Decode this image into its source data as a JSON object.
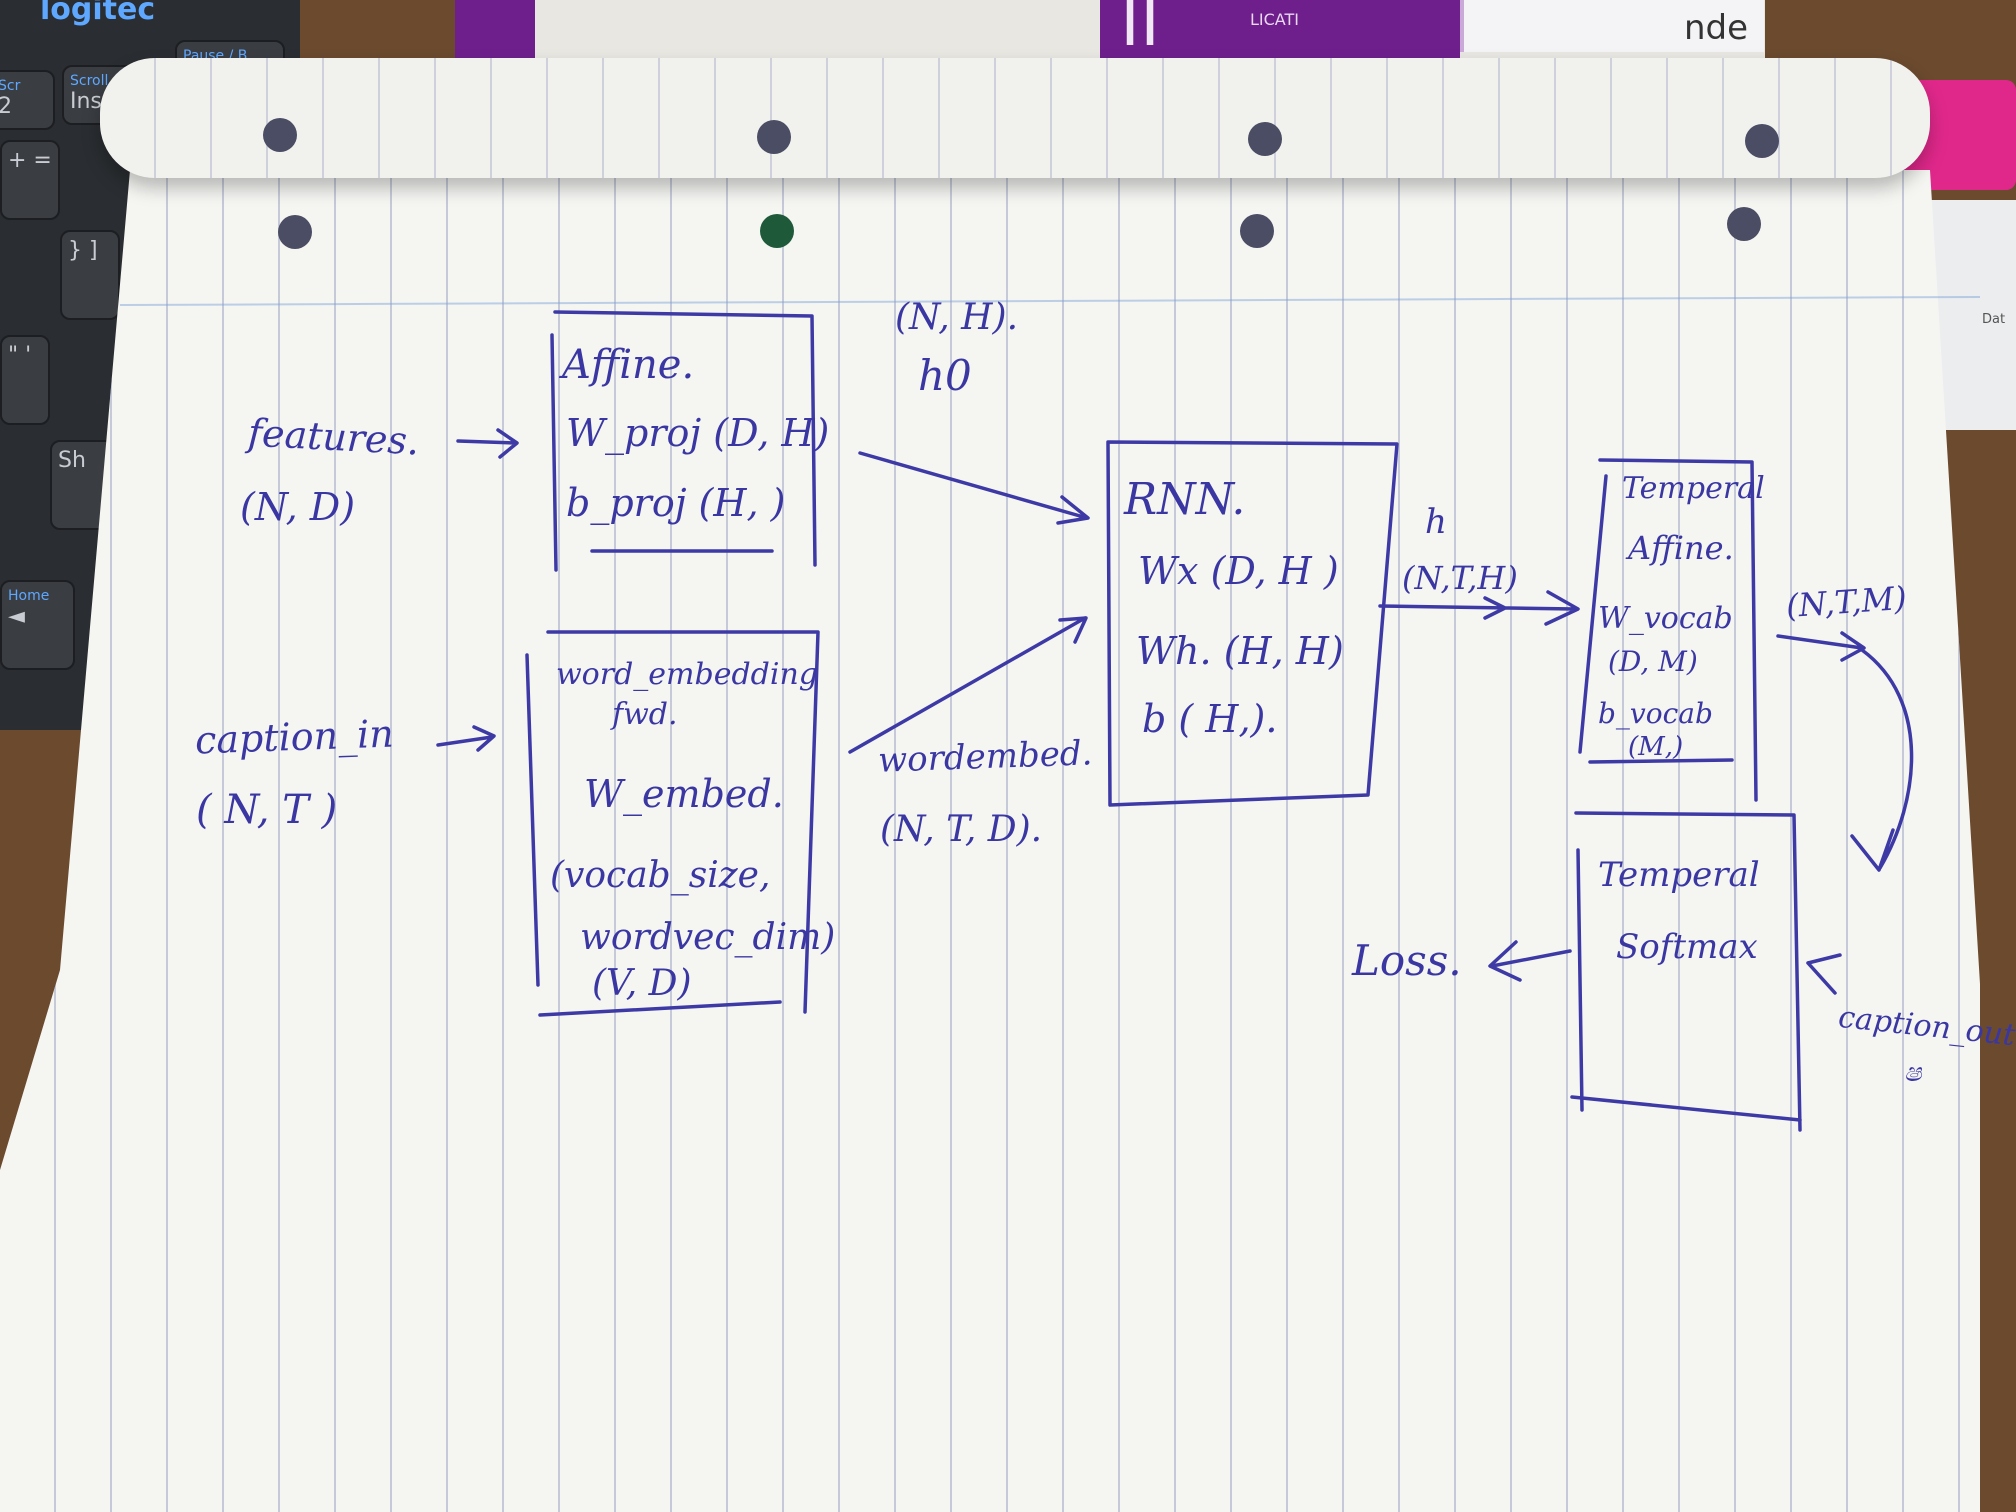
{
  "background": {
    "keyboard": {
      "brand": "logitec",
      "keys": [
        {
          "top": "Scr",
          "main": "2"
        },
        {
          "top": "Scroll",
          "main": "Ins"
        },
        {
          "top": "Pause / B",
          "main": ""
        },
        {
          "top": "",
          "main": "+ ="
        },
        {
          "top": "",
          "main": "} ]"
        },
        {
          "top": "",
          "main": "\" '"
        },
        {
          "top": "",
          "main": "Sh"
        },
        {
          "top": "Home",
          "main": "◄"
        }
      ]
    },
    "book_fragments": [
      "ll",
      "LICATI",
      "nde"
    ],
    "side_label": "Dat"
  },
  "diagram": {
    "features": {
      "name": "features.",
      "shape": "(N, D)"
    },
    "affine_box": {
      "title": "Affine.",
      "lines": [
        "W_proj  (D, H)",
        "b_proj  (H, )"
      ]
    },
    "h0": {
      "shape": "(N, H).",
      "name": "h0"
    },
    "caption_in": {
      "name": "caption_in",
      "shape": "( N, T )"
    },
    "word_embed_box": {
      "title": "word_embedding",
      "title2": "fwd.",
      "lines": [
        "W_embed.",
        "(vocab_size,",
        "wordvec_dim)",
        "(V, D)"
      ]
    },
    "word_embed_out": {
      "name": "wordembed.",
      "shape": "(N, T, D)."
    },
    "rnn_box": {
      "title": "RNN.",
      "lines": [
        "Wx  (D, H )",
        "Wh. (H, H)",
        "b    ( H,)."
      ]
    },
    "h_out": {
      "name": "h",
      "shape": "(N,T,H)"
    },
    "temporal_affine_box": {
      "title": "Temperal",
      "title2": "Affine.",
      "lines": [
        "W_vocab",
        "(D, M)",
        "b_vocab",
        "(M,)"
      ]
    },
    "scores_shape": "(N,T,M)",
    "temporal_softmax_box": {
      "title": "Temperal",
      "title2": "Softmax"
    },
    "loss": "Loss.",
    "caption_out": {
      "name": "caption_out",
      "scribble": "ෂ"
    }
  }
}
